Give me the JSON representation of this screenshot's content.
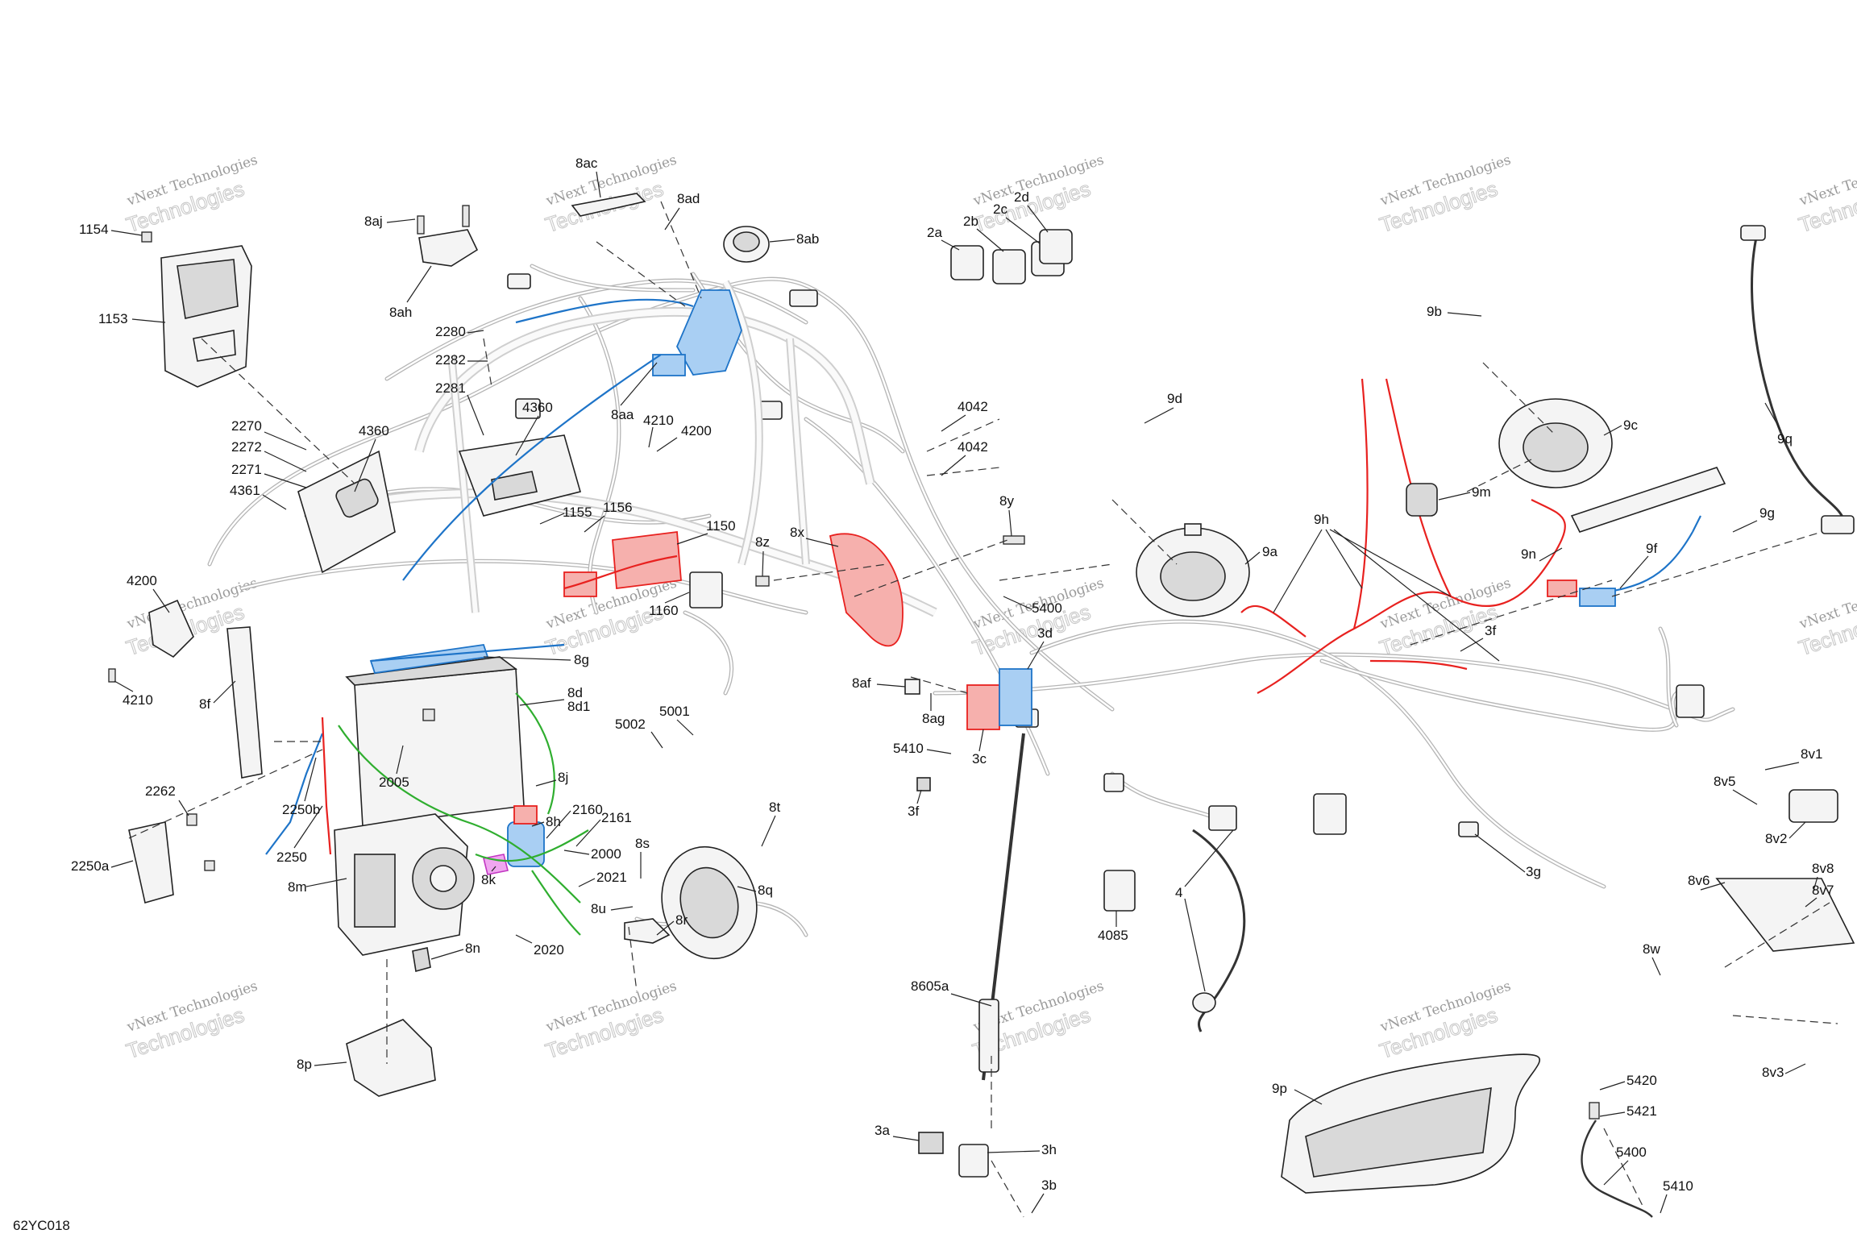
{
  "diagram": {
    "code": "62YC018",
    "watermark": {
      "line1": "vNext Technologies",
      "line2": "Technologies"
    },
    "callouts": [
      "1154",
      "1153",
      "8aj",
      "8ah",
      "8ac",
      "8ad",
      "8ab",
      "2a",
      "2b",
      "2c",
      "2d",
      "2280",
      "2282",
      "2281",
      "8aa",
      "4210",
      "4200",
      "4042",
      "2270",
      "2272",
      "2271",
      "4361",
      "4360",
      "1155",
      "1156",
      "1150",
      "8x",
      "8y",
      "8z",
      "1160",
      "5400",
      "3d",
      "4200",
      "4210",
      "8f",
      "8g",
      "8d",
      "8d1",
      "5001",
      "5002",
      "2005",
      "2250b",
      "2262",
      "2250",
      "2250a",
      "8m",
      "8j",
      "8h",
      "2160",
      "2161",
      "2000",
      "8k",
      "8s",
      "2021",
      "8u",
      "8t",
      "8q",
      "8r",
      "2020",
      "8n",
      "8p",
      "8af",
      "8ag",
      "5410",
      "3c",
      "3f",
      "9d",
      "9b",
      "9c",
      "9m",
      "9a",
      "9h",
      "9q",
      "9g",
      "9n",
      "9f",
      "3f",
      "4085",
      "4",
      "3g",
      "8605a",
      "3a",
      "3h",
      "3b",
      "9p",
      "5420",
      "5421",
      "5400",
      "5410",
      "8v1",
      "8v5",
      "8v2",
      "8v8",
      "8v6",
      "8v7",
      "8w",
      "8v3"
    ]
  }
}
